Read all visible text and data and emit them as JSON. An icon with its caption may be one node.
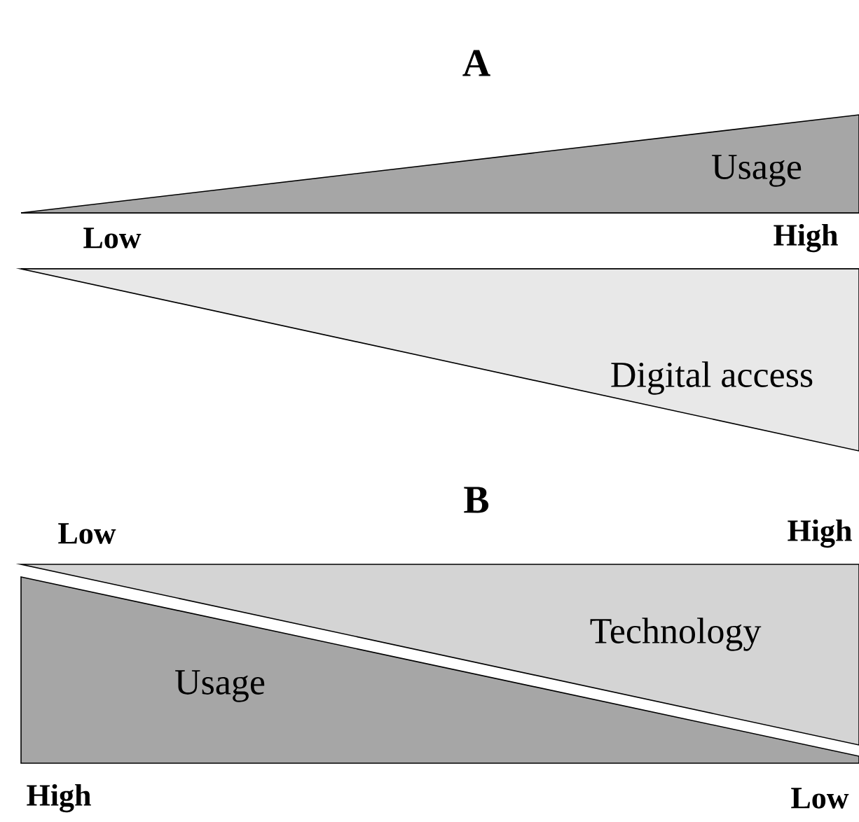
{
  "diagram": {
    "nodes": [
      {
        "text": [
          "Usage"
        ]
      },
      {
        "text": [
          "Digital access"
        ]
      },
      {
        "text": [
          "Technology"
        ]
      },
      {
        "text": [
          "Usage"
        ]
      }
    ],
    "labels": [
      "A",
      "Low",
      "High",
      "B",
      "Low",
      "High",
      "High",
      "Low"
    ]
  }
}
